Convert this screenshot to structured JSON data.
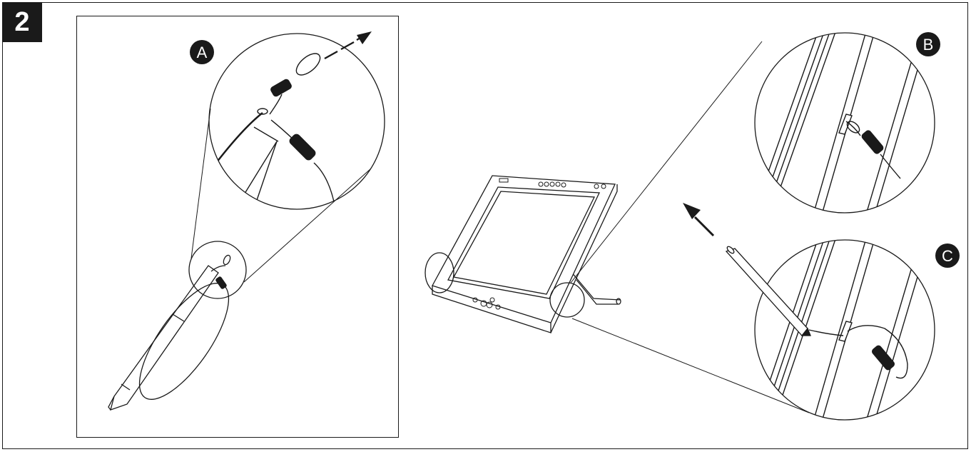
{
  "step": {
    "number": "2"
  },
  "callouts": [
    {
      "id": "a",
      "label": "A"
    },
    {
      "id": "b",
      "label": "B"
    },
    {
      "id": "c",
      "label": "C"
    }
  ],
  "colors": {
    "ink": "#1a1a1a",
    "paper": "#ffffff"
  }
}
